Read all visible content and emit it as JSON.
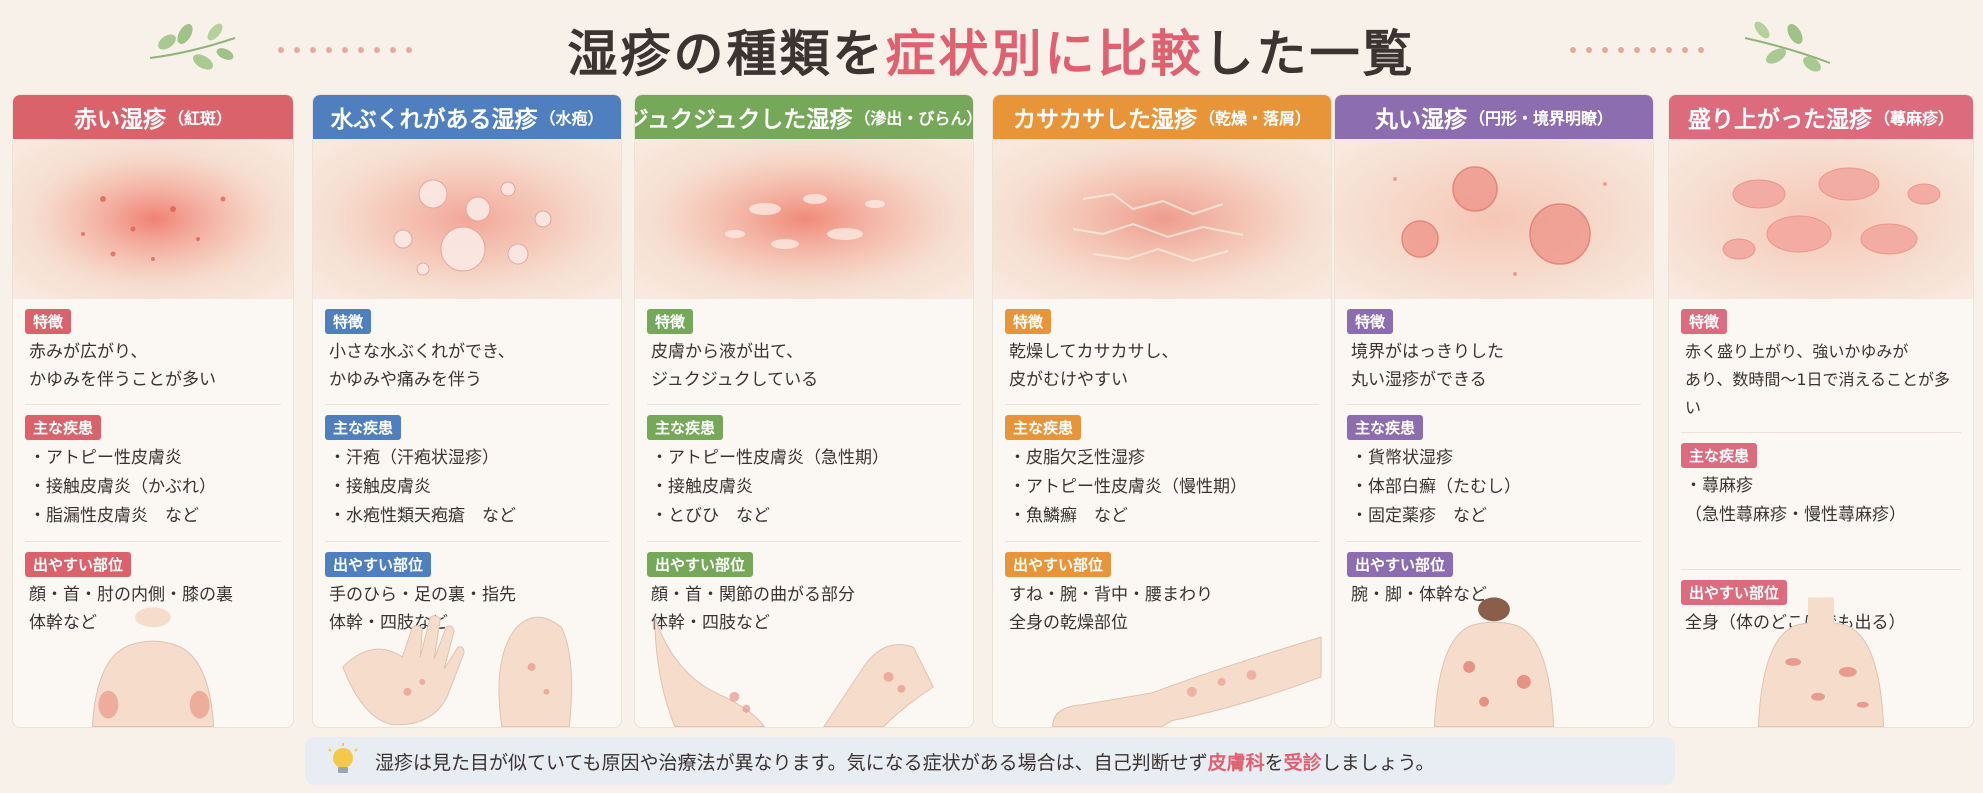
{
  "title": {
    "part1": "湿疹の種類を",
    "accent": "症状別に比較",
    "part2": "した一覧"
  },
  "labels": {
    "features": "特徴",
    "diseases": "主な疾患",
    "locations": "出やすい部位"
  },
  "cards": [
    {
      "title": "赤い湿疹",
      "sub": "（紅斑）",
      "color": "#d9626b",
      "features": [
        "赤みが広がり、",
        "かゆみを伴うことが多い"
      ],
      "diseases": [
        "アトピー性皮膚炎",
        "接触皮膚炎（かぶれ）",
        "脂漏性皮膚炎　など"
      ],
      "locations": [
        "顔・首・肘の内側・膝の裏",
        "体幹など"
      ]
    },
    {
      "title": "水ぶくれがある湿疹",
      "sub": "（水疱）",
      "color": "#4f7fbf",
      "features": [
        "小さな水ぶくれができ、",
        "かゆみや痛みを伴う"
      ],
      "diseases": [
        "汗疱（汗疱状湿疹）",
        "接触皮膚炎",
        "水疱性類天疱瘡　など"
      ],
      "locations": [
        "手のひら・足の裏・指先",
        "体幹・四肢など"
      ]
    },
    {
      "title": "ジュクジュクした湿疹",
      "sub": "（滲出・びらん）",
      "color": "#76a85a",
      "features": [
        "皮膚から液が出て、",
        "ジュクジュクしている"
      ],
      "diseases": [
        "アトピー性皮膚炎（急性期）",
        "接触皮膚炎",
        "とびひ　など"
      ],
      "locations": [
        "顔・首・関節の曲がる部分",
        "体幹・四肢など"
      ]
    },
    {
      "title": "カサカサした湿疹",
      "sub": "（乾燥・落屑）",
      "color": "#e8953a",
      "features": [
        "乾燥してカサカサし、",
        "皮がむけやすい"
      ],
      "diseases": [
        "皮脂欠乏性湿疹",
        "アトピー性皮膚炎（慢性期）",
        "魚鱗癬　など"
      ],
      "locations": [
        "すね・腕・背中・腰まわり",
        "全身の乾燥部位"
      ]
    },
    {
      "title": "丸い湿疹",
      "sub": "（円形・境界明瞭）",
      "color": "#8c6db0",
      "features": [
        "境界がはっきりした",
        "丸い湿疹ができる"
      ],
      "diseases": [
        "貨幣状湿疹",
        "体部白癬（たむし）",
        "固定薬疹　など"
      ],
      "locations": [
        "腕・脚・体幹など"
      ]
    },
    {
      "title": "盛り上がった湿疹",
      "sub": "（蕁麻疹）",
      "color": "#dc6b7d",
      "features": [
        "赤く盛り上がり、強いかゆみが",
        "あり、数時間〜1日で消えることが多い"
      ],
      "diseases": [
        "蕁麻疹",
        "（急性蕁麻疹・慢性蕁麻疹）"
      ],
      "locations": [
        "全身（体のどこにでも出る）"
      ]
    }
  ],
  "note": {
    "part1": "湿疹は見た目が似ていても原因や治療法が異なります。気になる症状がある場合は、自己判断せず",
    "hl1": "皮膚科",
    "part2": "を",
    "hl2": "受診",
    "part3": "しましょう。"
  }
}
